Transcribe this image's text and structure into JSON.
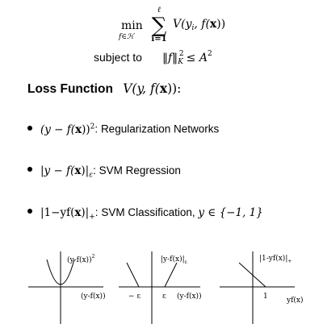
{
  "optimization": {
    "operator": "min",
    "min_subscript": "f∈ℋ",
    "sum_symbol": "∑",
    "sum_upper": "ℓ",
    "sum_lower": "i=1",
    "objective": "V(y",
    "objective_sub_i": "i",
    "objective_mid": ", f(",
    "objective_x": "x",
    "objective_end": "))",
    "constraint_label": "subject to",
    "constraint_norm": "‖f‖",
    "constraint_sub": "K",
    "constraint_sup": "2",
    "constraint_rel": "≤ A",
    "constraint_rel_sup": "2"
  },
  "loss_heading": {
    "title": "Loss Function",
    "formula_pre": "V(y, f(",
    "formula_x": "x",
    "formula_post": ")):"
  },
  "bullets": [
    {
      "formula_a": "(y − f(",
      "formula_x": "x",
      "formula_b": "))",
      "formula_sup": "2",
      "colon": ":",
      "description": "Regularization Networks"
    },
    {
      "formula_a": "|y − f(",
      "formula_x": "x",
      "formula_b": ")|",
      "formula_sub": "ε",
      "colon": ":",
      "description": "SVM Regression"
    },
    {
      "formula_a": "|1−yf(",
      "formula_x": "x",
      "formula_b": ")|",
      "formula_sub": "+",
      "colon": ":",
      "description": "SVM Classification,",
      "extra": "y ∈ {−1, 1}"
    }
  ],
  "plots": {
    "square": {
      "ylabel": "(y-f(x))",
      "ylabel_sup": "2",
      "xlabel": "(y-f(x))"
    },
    "eps": {
      "ylabel": "|y-f(x)|",
      "ylabel_sub": "ε",
      "neg_eps": "− ε",
      "pos_eps": "ε",
      "xlabel": "(y-f(x))"
    },
    "hinge": {
      "ylabel": "|1-yf(x)|",
      "ylabel_sub": "+",
      "tick_label": "1",
      "xlabel": "yf(x)"
    }
  }
}
